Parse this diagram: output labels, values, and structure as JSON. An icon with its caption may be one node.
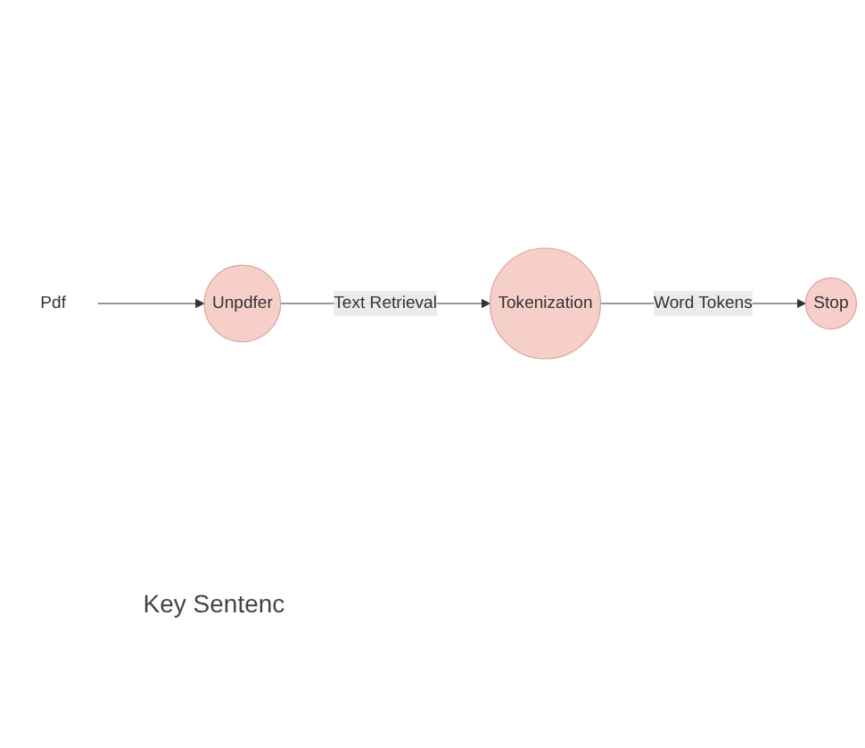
{
  "diagram": {
    "nodes": [
      {
        "text": [
          "Pdf"
        ]
      },
      {
        "text": [
          "Unpdfer"
        ]
      },
      {
        "text": [
          "Tokenization"
        ]
      },
      {
        "text": [
          "Stop"
        ]
      }
    ],
    "edges": [
      {
        "from": 0,
        "to": 1,
        "arrow": "to"
      },
      {
        "from": 1,
        "to": 2,
        "label": "Text Retrieval",
        "arrow": "to"
      },
      {
        "from": 2,
        "to": 3,
        "label": "Word Tokens",
        "arrow": "to"
      }
    ],
    "labels": [
      "Key Sentenc"
    ]
  }
}
